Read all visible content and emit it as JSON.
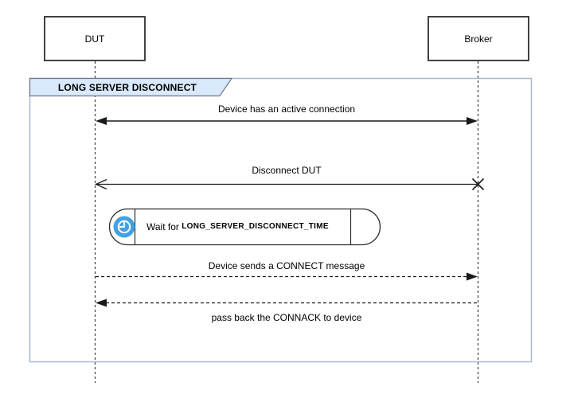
{
  "diagram": {
    "type": "sequence-diagram",
    "frame": {
      "title": "LONG SERVER DISCONNECT"
    },
    "actors": [
      {
        "name": "DUT"
      },
      {
        "name": "Broker"
      }
    ],
    "messages": [
      {
        "label": "Device has an active connection",
        "from": "DUT",
        "to": "Broker",
        "line": "solid",
        "arrows": "filled-both-ends"
      },
      {
        "label": "Disconnect DUT",
        "from": "Broker",
        "to": "DUT",
        "line": "solid",
        "arrows": "open-head-at-DUT-cross-at-Broker"
      },
      {
        "label": "Device sends a CONNECT message",
        "from": "DUT",
        "to": "Broker",
        "line": "dashed",
        "arrows": "filled-at-Broker"
      },
      {
        "label": "pass back the CONNACK to device",
        "from": "Broker",
        "to": "DUT",
        "line": "dashed",
        "arrows": "filled-at-DUT"
      }
    ],
    "wait_note": {
      "icon": "clock-icon",
      "prefix": "Wait for ",
      "constant": "LONG_SERVER_DISCONNECT_TIME"
    },
    "colors": {
      "background": "#ffffff",
      "actor_border": "#424242",
      "frame_border": "#a8b6d7",
      "header_fill": "#dae8fc",
      "header_border": "#6b7890",
      "line_color": "#1a1a1a",
      "clock_blue": "#43a1e2"
    }
  }
}
